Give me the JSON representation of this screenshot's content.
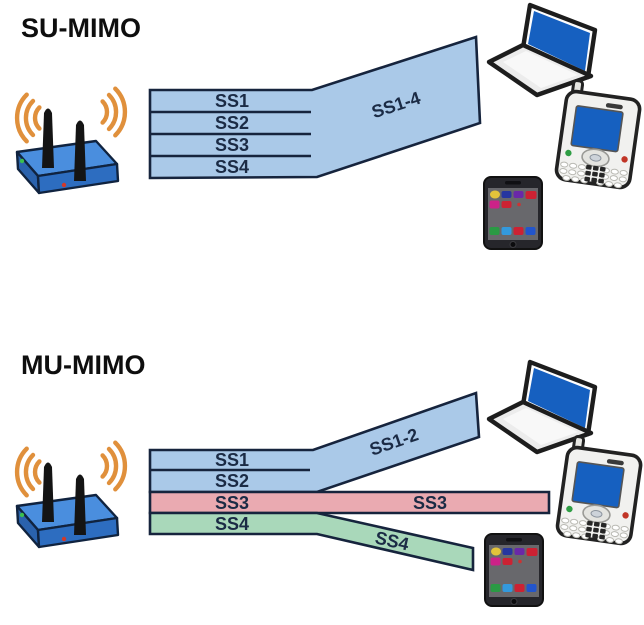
{
  "sections": {
    "su": {
      "title": "SU-MIMO",
      "streams": [
        "SS1",
        "SS2",
        "SS3",
        "SS4"
      ],
      "combined_stream_label": "SS1-4",
      "device_icons": [
        "router-icon",
        "laptop-icon",
        "pda-phone-icon",
        "smartphone-icon"
      ]
    },
    "mu": {
      "title": "MU-MIMO",
      "streams": [
        "SS1",
        "SS2",
        "SS3",
        "SS4"
      ],
      "stream_to_laptop": "SS1-2",
      "stream_to_pda_phone": "SS3",
      "stream_to_smartphone": "SS4",
      "device_icons": [
        "router-icon",
        "laptop-icon",
        "pda-phone-icon",
        "smartphone-icon"
      ]
    }
  },
  "colors": {
    "background": "#ffffff",
    "stream_blue": "#aac9e8",
    "stream_pink": "#eaaab1",
    "stream_green": "#a9d8ba",
    "stream_outline": "#16243d",
    "label_text": "#1b2b45",
    "wifi_orange": "#e0903c",
    "router_top": "#4a8ede",
    "router_front": "#2d6dc0",
    "router_side": "#2a62ad",
    "device_screen_blue": "#1660c0",
    "laptop_base": "#ececec",
    "pda_body": "#f1f1ef",
    "smartphone_body": "#26262b",
    "smartphone_screen": "#68686c"
  }
}
